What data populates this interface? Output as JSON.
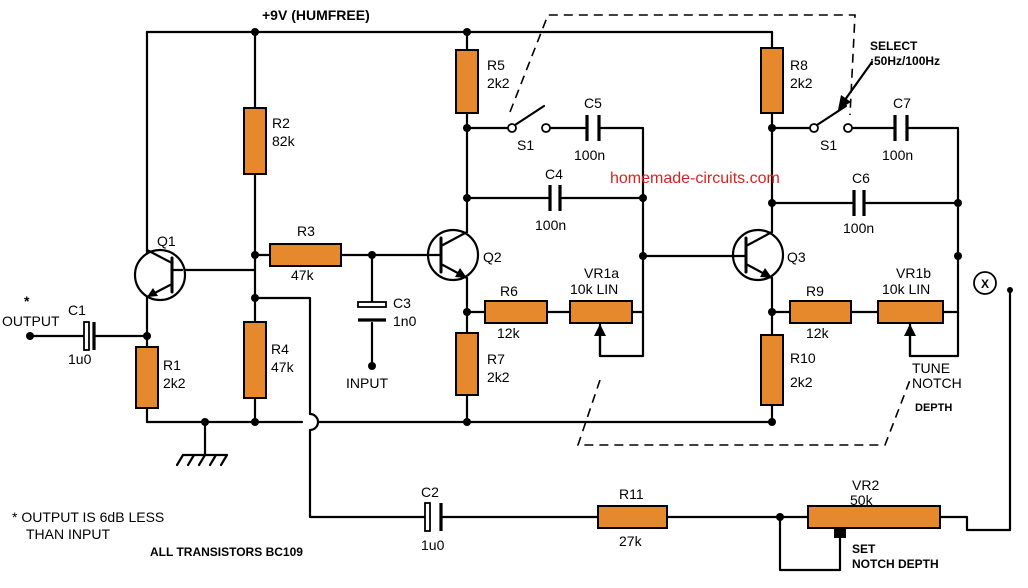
{
  "supply_label": "+9V (HUMFREE)",
  "watermark": "homemade-circuits.com",
  "select_switch": {
    "line1": "SELECT",
    "line2": ":50Hz/100Hz"
  },
  "components": {
    "Q1": "Q1",
    "Q2": "Q2",
    "Q3": "Q3",
    "R1": {
      "ref": "R1",
      "value": "2k2"
    },
    "R2": {
      "ref": "R2",
      "value": "82k"
    },
    "R3": {
      "ref": "R3",
      "value": "47k"
    },
    "R4": {
      "ref": "R4",
      "value": "47k"
    },
    "R5": {
      "ref": "R5",
      "value": "2k2"
    },
    "R6": {
      "ref": "R6",
      "value": "12k"
    },
    "R7": {
      "ref": "R7",
      "value": "2k2"
    },
    "R8": {
      "ref": "R8",
      "value": "2k2"
    },
    "R9": {
      "ref": "R9",
      "value": "12k"
    },
    "R10": {
      "ref": "R10",
      "value": "2k2"
    },
    "R11": {
      "ref": "R11",
      "value": "27k"
    },
    "C1": {
      "ref": "C1",
      "value": "1u0"
    },
    "C2": {
      "ref": "C2",
      "value": "1u0"
    },
    "C3": {
      "ref": "C3",
      "value": "1n0"
    },
    "C4": {
      "ref": "C4",
      "value": "100n"
    },
    "C5": {
      "ref": "C5",
      "value": "100n"
    },
    "C6": {
      "ref": "C6",
      "value": "100n"
    },
    "C7": {
      "ref": "C7",
      "value": "100n"
    },
    "VR1a": {
      "ref": "VR1a",
      "value": "10k LIN"
    },
    "VR1b": {
      "ref": "VR1b",
      "value": "10k LIN"
    },
    "VR2": {
      "ref": "VR2",
      "value": "50k"
    },
    "S1a": "S1",
    "S1b": "S1"
  },
  "terminals": {
    "output_star": "*",
    "output": "OUTPUT",
    "input": "INPUT",
    "x": "X"
  },
  "annotations": {
    "tune_1": "TUNE",
    "tune_2": "NOTCH",
    "tune_3": "DEPTH",
    "set_1": "SET",
    "set_2": "NOTCH DEPTH",
    "note_1": "* OUTPUT IS 6dB LESS",
    "note_2": "THAN INPUT",
    "transistors": "ALL TRANSISTORS BC109"
  },
  "colors": {
    "resistor": "#e5892c",
    "watermark": "#e02020"
  }
}
